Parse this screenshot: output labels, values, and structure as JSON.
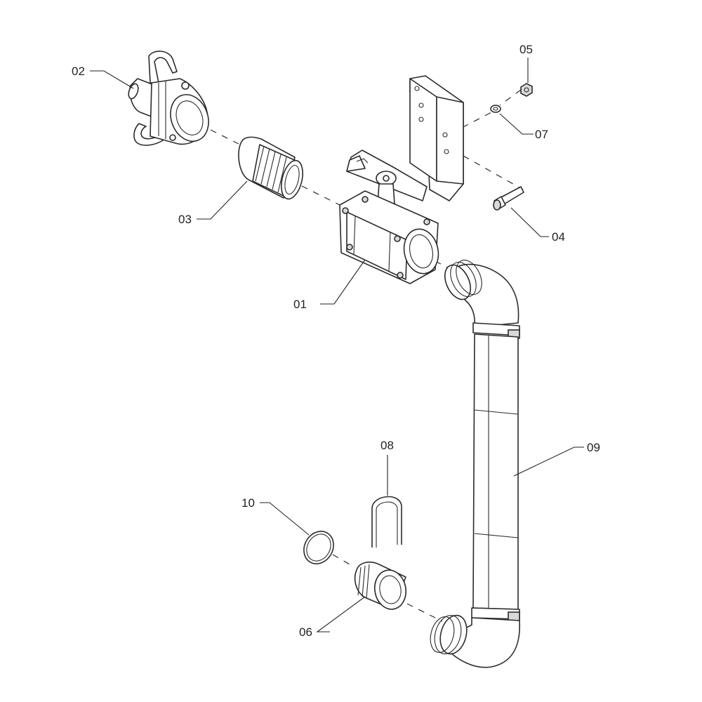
{
  "callouts": [
    {
      "id": "01",
      "text": "01"
    },
    {
      "id": "02",
      "text": "02"
    },
    {
      "id": "03",
      "text": "03"
    },
    {
      "id": "04",
      "text": "04"
    },
    {
      "id": "05",
      "text": "05"
    },
    {
      "id": "06",
      "text": "06"
    },
    {
      "id": "07",
      "text": "07"
    },
    {
      "id": "08",
      "text": "08"
    },
    {
      "id": "09",
      "text": "09"
    },
    {
      "id": "10",
      "text": "10"
    }
  ]
}
